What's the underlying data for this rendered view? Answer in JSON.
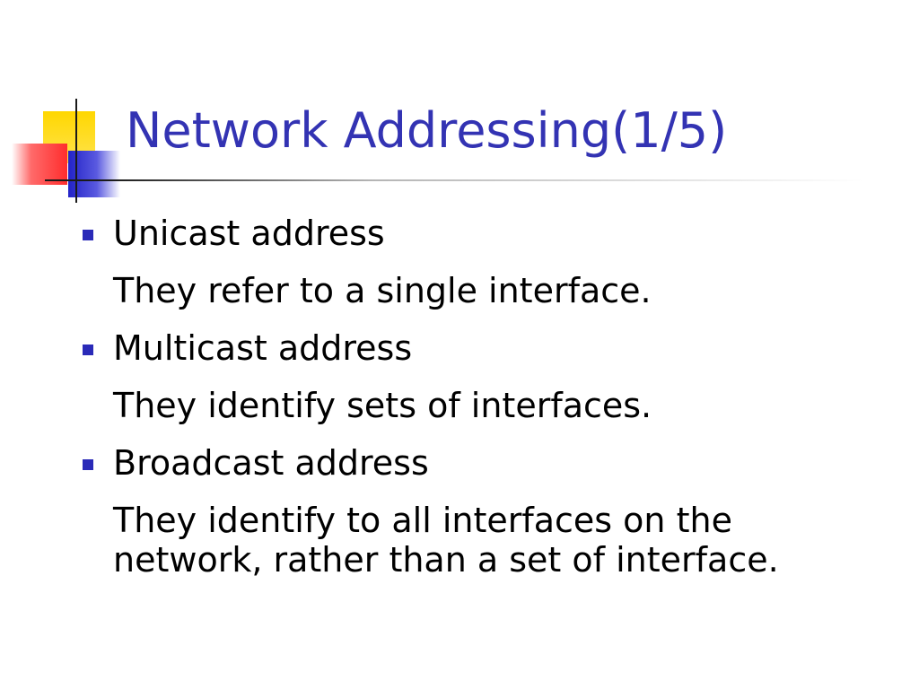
{
  "slide": {
    "title": "Network Addressing(1/5)",
    "accent_color": "#3333b3",
    "bullet_color": "#2a2ab8",
    "items": [
      {
        "heading": "Unicast address",
        "description": "They refer to a single interface."
      },
      {
        "heading": "Multicast address",
        "description": "They identify sets of interfaces."
      },
      {
        "heading": "Broadcast address",
        "description": "They identify to all interfaces on the network, rather than a set of interface."
      }
    ]
  }
}
